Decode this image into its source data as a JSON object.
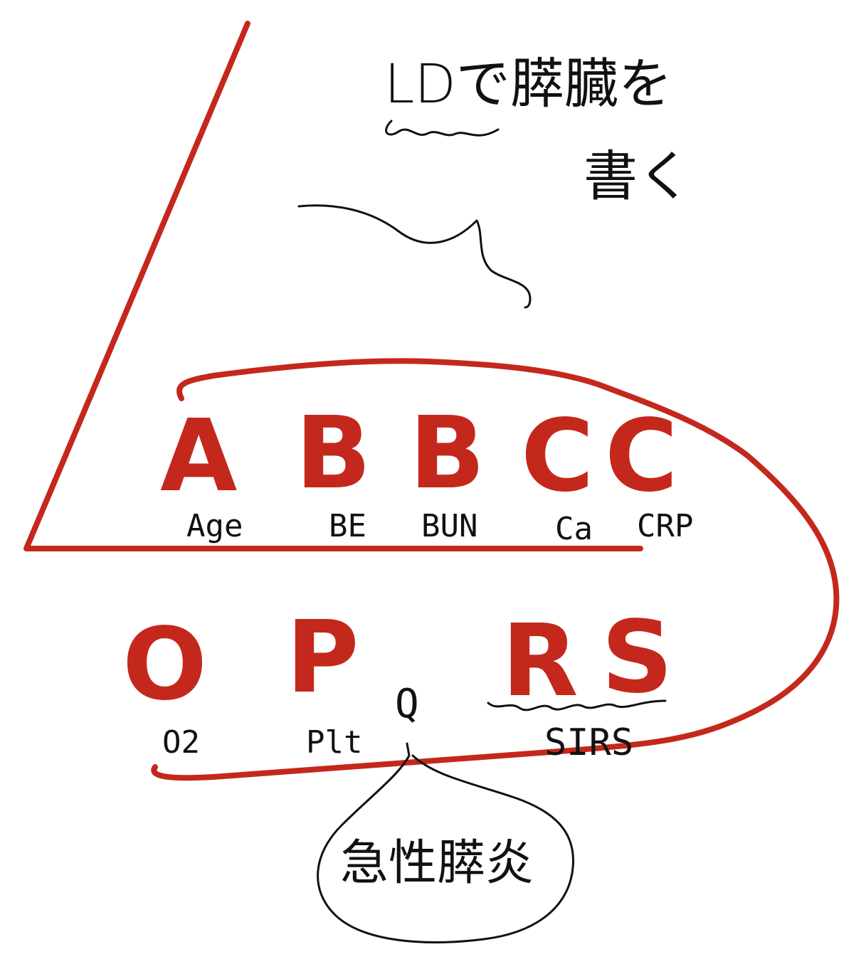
{
  "colors": {
    "red_ink": "#c4281c",
    "black_ink": "#111111",
    "background": "#ffffff"
  },
  "note": {
    "line1": "LDで膵臓を",
    "line2": "書く"
  },
  "mnemonic_top": {
    "letters": [
      "A",
      "B",
      "B",
      "C",
      "C"
    ],
    "terms": [
      "Age",
      "BE",
      "BUN",
      "Ca",
      "CRP"
    ]
  },
  "mnemonic_bottom": {
    "letters": [
      "O",
      "P",
      "Q",
      "R",
      "S"
    ],
    "terms": [
      "O2",
      "Plt",
      "SIRS"
    ]
  },
  "bubble": {
    "label": "急性膵炎"
  }
}
